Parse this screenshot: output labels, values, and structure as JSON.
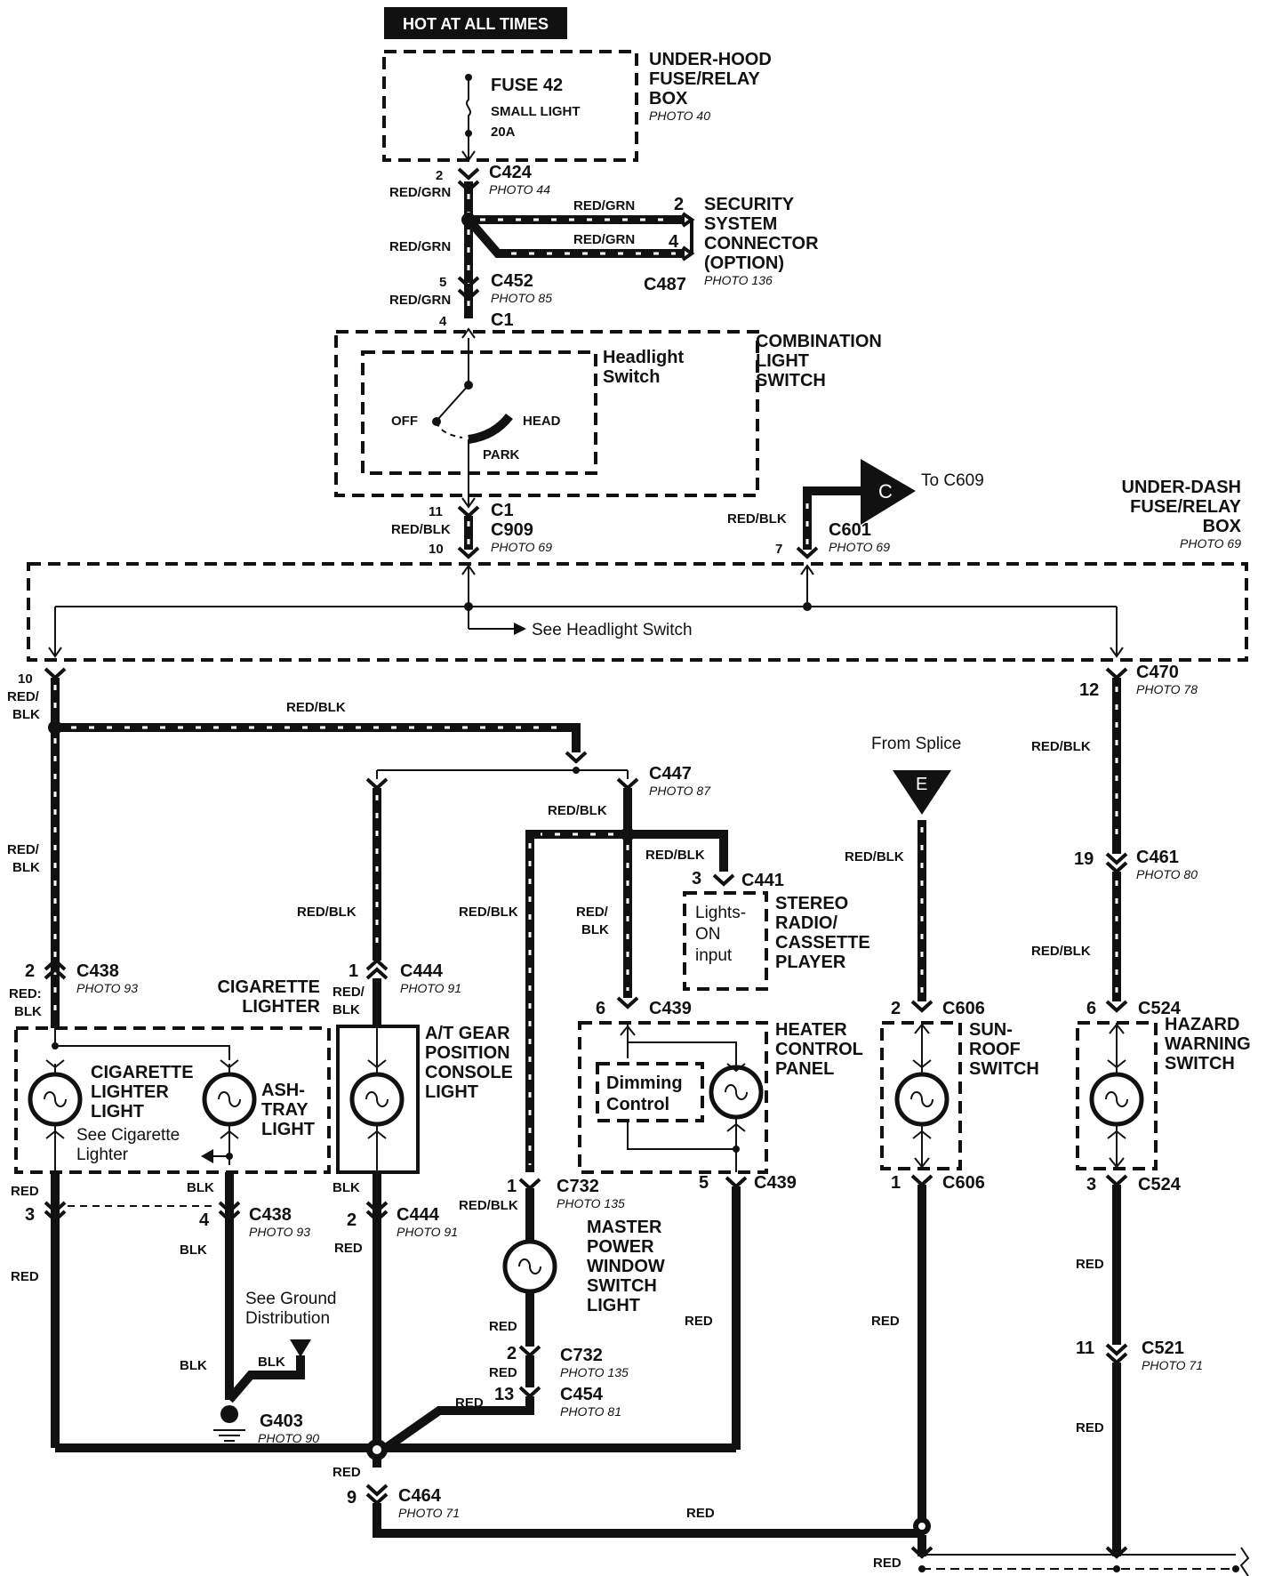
{
  "header": {
    "hot": "HOT AT ALL TIMES"
  },
  "boxes": {
    "underhood": [
      "UNDER-HOOD",
      "FUSE/RELAY",
      "BOX"
    ],
    "underhood_photo": "PHOTO 40",
    "fuse": "FUSE 42",
    "fuse_name": "SMALL LIGHT",
    "fuse_rating": "20A",
    "security": [
      "SECURITY",
      "SYSTEM",
      "CONNECTOR",
      "(OPTION)"
    ],
    "security_photo": "PHOTO 136",
    "combo": [
      "COMBINATION",
      "LIGHT",
      "SWITCH"
    ],
    "headlight": [
      "Headlight",
      "Switch"
    ],
    "off": "OFF",
    "head": "HEAD",
    "park": "PARK",
    "underdash": [
      "UNDER-DASH",
      "FUSE/RELAY",
      "BOX"
    ],
    "underdash_photo": "PHOTO 69",
    "see_headlight": "See Headlight Switch",
    "to_c609": "To  C609",
    "letter_c": "C",
    "from_splice": "From Splice",
    "letter_e": "E",
    "cig_lighter": [
      "CIGARETTE",
      "LIGHTER"
    ],
    "cig_light": [
      "CIGARETTE",
      "LIGHTER",
      "LIGHT"
    ],
    "ash": [
      "ASH-",
      "TRAY",
      "LIGHT"
    ],
    "see_cig": [
      "See Cigarette",
      "Lighter"
    ],
    "atgear": [
      "A/T GEAR",
      "POSITION",
      "CONSOLE",
      "LIGHT"
    ],
    "stereo": [
      "STEREO",
      "RADIO/",
      "CASSETTE",
      "PLAYER"
    ],
    "lights_on": [
      "Lights-",
      "ON",
      "input"
    ],
    "heater": [
      "HEATER",
      "CONTROL",
      "PANEL"
    ],
    "dimming": [
      "Dimming",
      "Control"
    ],
    "sunroof": [
      "SUN-",
      "ROOF",
      "SWITCH"
    ],
    "hazard": [
      "HAZARD",
      "WARNING",
      "SWITCH"
    ],
    "mpw": [
      "MASTER",
      "POWER",
      "WINDOW",
      "SWITCH",
      "LIGHT"
    ],
    "see_ground": [
      "See Ground",
      "Distribution"
    ],
    "g403": "G403",
    "g403_photo": "PHOTO 90"
  },
  "connectors": {
    "c424": "C424",
    "c424_photo": "PHOTO 44",
    "c452": "C452",
    "c452_photo": "PHOTO 85",
    "c487": "C487",
    "c1": "C1",
    "c909": "C909",
    "c909_photo": "PHOTO 69",
    "c601": "C601",
    "c601_photo": "PHOTO 69",
    "c470": "C470",
    "c470_photo": "PHOTO 78",
    "c447": "C447",
    "c447_photo": "PHOTO 87",
    "c441": "C441",
    "c461": "C461",
    "c461_photo": "PHOTO 80",
    "c438": "C438",
    "c438_photo": "PHOTO 93",
    "c444": "C444",
    "c444_photo": "PHOTO 91",
    "c439": "C439",
    "c606": "C606",
    "c524": "C524",
    "c732": "C732",
    "c732_photo": "PHOTO 135",
    "c454": "C454",
    "c454_photo": "PHOTO 81",
    "c521": "C521",
    "c521_photo": "PHOTO 71",
    "c464": "C464",
    "c464_photo": "PHOTO 71"
  },
  "pins": {
    "p2": "2",
    "p3": "3",
    "p4": "4",
    "p5": "5",
    "p6": "6",
    "p7": "7",
    "p9": "9",
    "p10": "10",
    "p11": "11",
    "p12": "12",
    "p13": "13",
    "p19": "19",
    "p1": "1"
  },
  "wires": {
    "red_grn": "RED/GRN",
    "red_blk": "RED/BLK",
    "red": "RED",
    "blk": "BLK",
    "red_slash": "RED/",
    "red_colon": "RED:"
  }
}
